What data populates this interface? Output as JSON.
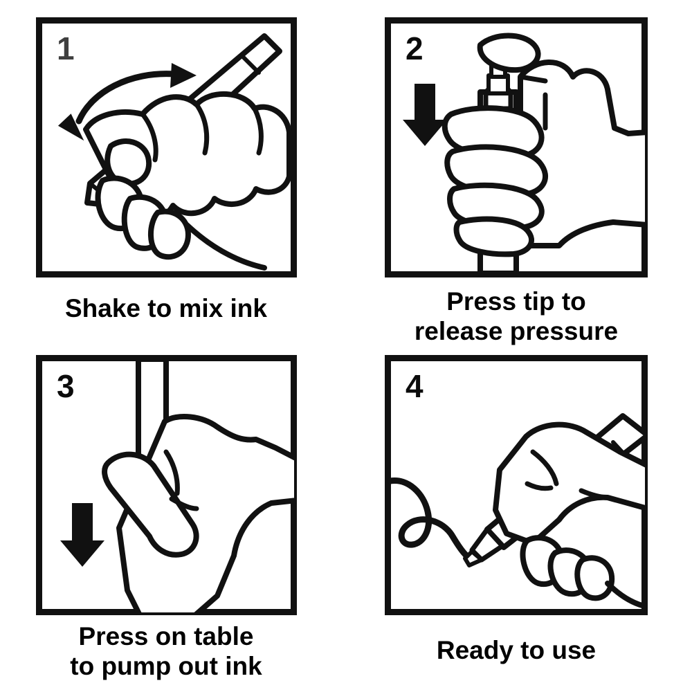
{
  "document": {
    "title": "Paint Pen Usage Instructions",
    "background_color": "#ffffff",
    "ink_color": "#111111",
    "panel_count": 4,
    "layout": "2x2 grid"
  },
  "panels": [
    {
      "number": "1",
      "caption": "Shake to mix ink",
      "illustration": "hand-shaking-marker-pen",
      "arrow": "curved-double-headed-arrow",
      "number_color": "#3f3f3f"
    },
    {
      "number": "2",
      "caption": "Press tip to\nrelease pressure",
      "illustration": "fist-gripping-pen-thumb-pressing-tip",
      "arrow": "solid-down-arrow",
      "number_color": "#0b0b0b"
    },
    {
      "number": "3",
      "caption": "Press on table\nto pump out ink",
      "illustration": "hand-holding-pen-tip-down",
      "arrow": "solid-down-arrow",
      "number_color": "#0b0b0b"
    },
    {
      "number": "4",
      "caption": "Ready to use",
      "illustration": "hand-writing-squiggle-with-pen",
      "arrow": "none",
      "number_color": "#0b0b0b"
    }
  ]
}
